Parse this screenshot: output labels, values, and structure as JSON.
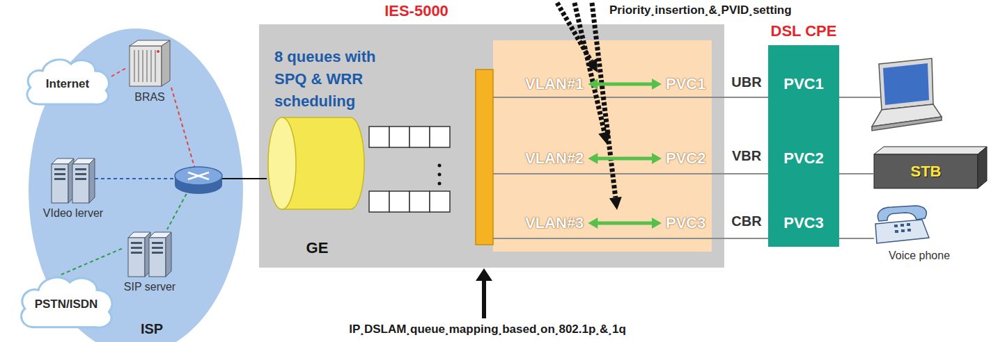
{
  "diagram": {
    "nodes": [
      {
        "text": [
          "Internet"
        ]
      },
      {
        "text": [
          "ISP"
        ]
      },
      {
        "text": [
          "BRAS"
        ],
        "in": 1
      },
      {
        "text": [
          "VIdeo lerver"
        ],
        "in": 1
      },
      {
        "text": [
          "SIP server"
        ],
        "in": 1
      },
      {
        "text": [
          "PSTN/ISDN"
        ]
      },
      {
        "text": [
          "IES-5000",
          "8 queues with SPQ & WRR scheduling"
        ]
      },
      {
        "text": [
          "GE"
        ],
        "in": 6
      },
      {
        "text": [
          "VLAN#1"
        ],
        "in": 6
      },
      {
        "text": [
          "PVC1"
        ],
        "in": 6
      },
      {
        "text": [
          "VLAN#2"
        ],
        "in": 6
      },
      {
        "text": [
          "PVC2"
        ],
        "in": 6
      },
      {
        "text": [
          "VLAN#3"
        ],
        "in": 6
      },
      {
        "text": [
          "PVC3"
        ],
        "in": 6
      },
      {
        "text": [
          "DSL CPE"
        ]
      },
      {
        "text": [
          "PVC1"
        ],
        "in": 14
      },
      {
        "text": [
          "PVC2"
        ],
        "in": 14
      },
      {
        "text": [
          "PVC3"
        ],
        "in": 14
      },
      {
        "text": [
          "STB"
        ]
      },
      {
        "text": [
          "Voice phone"
        ]
      }
    ],
    "edges": [
      {
        "from": 0,
        "to": 2,
        "arrow": "none"
      },
      {
        "from": 4,
        "to": 5,
        "arrow": "none"
      },
      {
        "from": 8,
        "to": 9,
        "arrow": "both"
      },
      {
        "from": 10,
        "to": 11,
        "arrow": "both"
      },
      {
        "from": 12,
        "to": 13,
        "arrow": "both"
      },
      {
        "from": 9,
        "to": 15,
        "label": "UBR",
        "arrow": "none"
      },
      {
        "from": 11,
        "to": 16,
        "label": "VBR",
        "arrow": "none"
      },
      {
        "from": 13,
        "to": 17,
        "label": "CBR",
        "arrow": "none"
      },
      {
        "from": 16,
        "to": 18,
        "arrow": "none"
      },
      {
        "from": 17,
        "to": 19,
        "arrow": "none"
      }
    ],
    "labels": [
      "Priority¸insertion¸&¸PVID¸setting",
      "IP¸DSLAM¸queue¸mapping¸based¸on¸802.1p¸&¸1q"
    ]
  }
}
